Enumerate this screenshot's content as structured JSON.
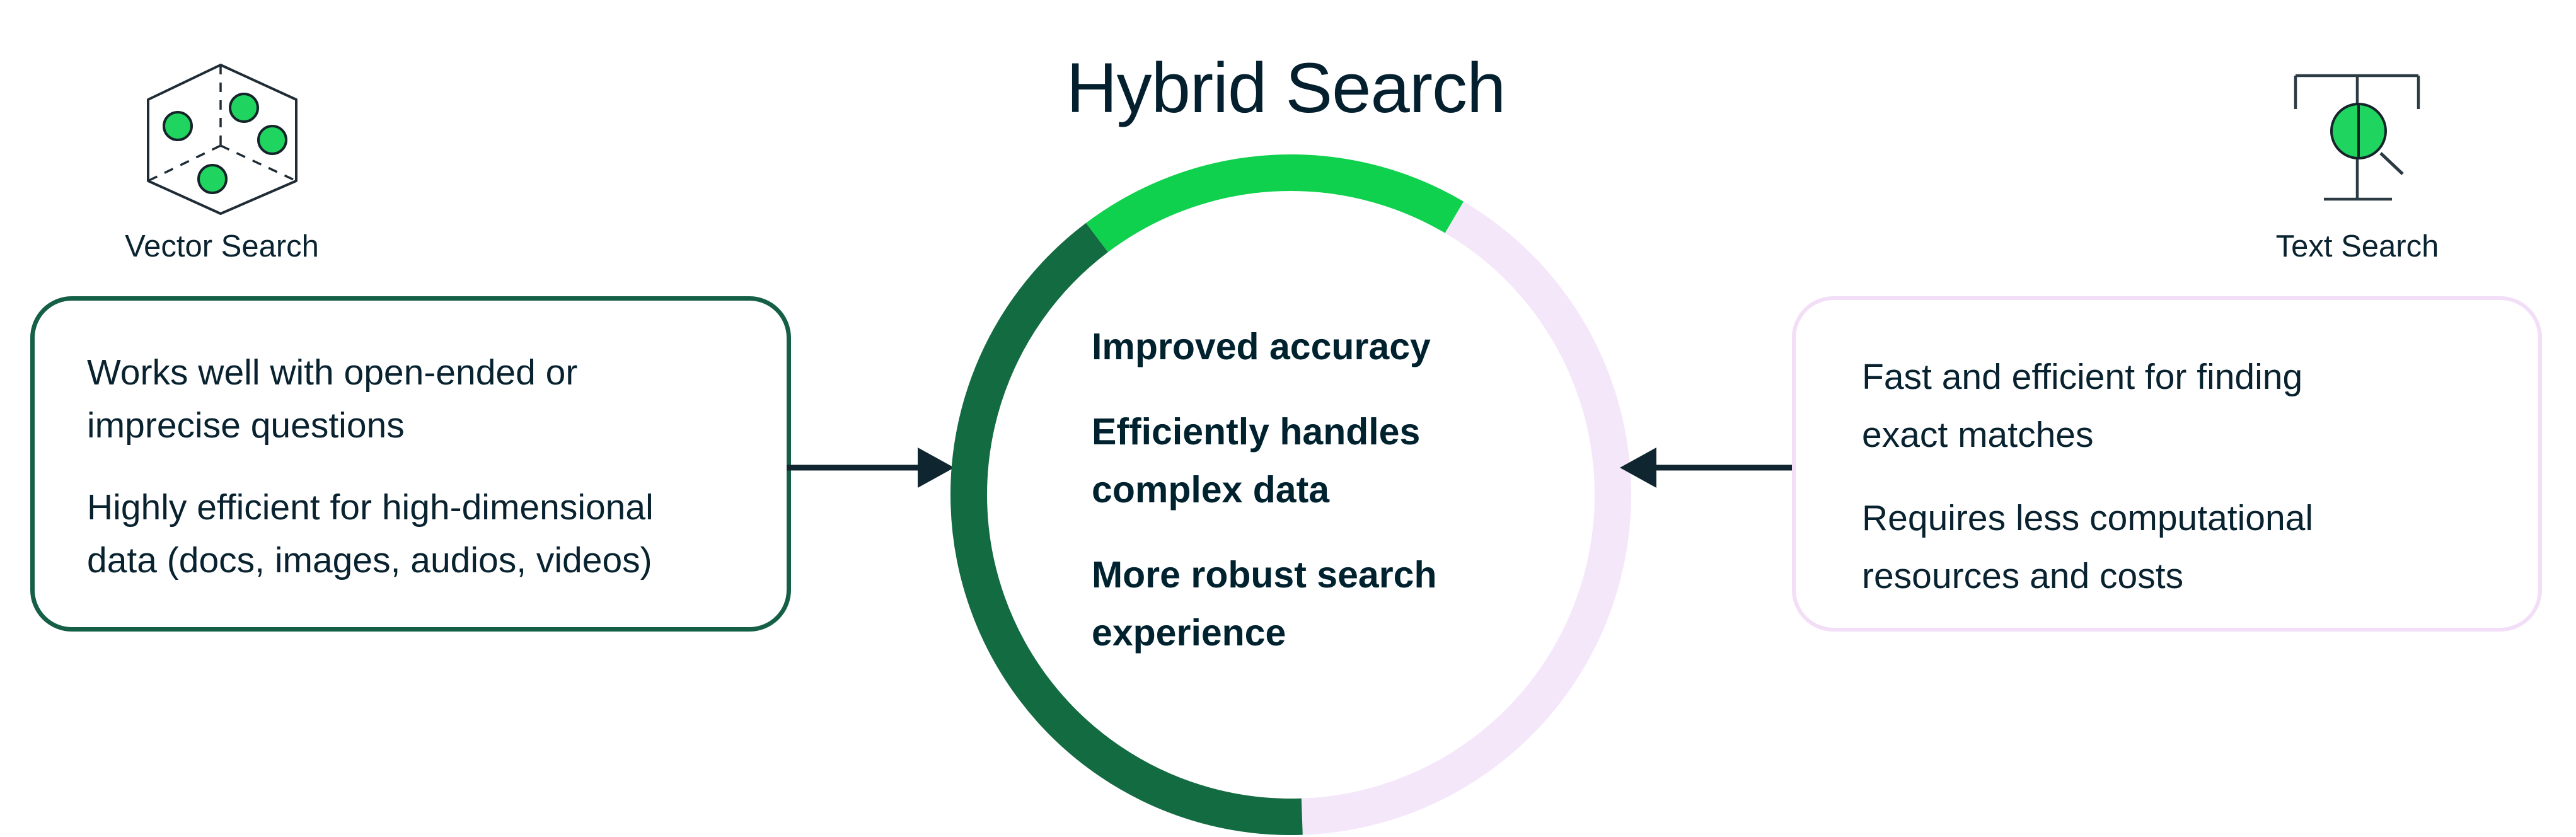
{
  "title": "Hybrid Search",
  "vector_search": {
    "label": "Vector Search",
    "icon": "hexagon-cube-with-green-dots",
    "points": [
      {
        "lines": [
          "Works well with open-ended or",
          "imprecise questions"
        ]
      },
      {
        "lines": [
          "Highly efficient for high-dimensional",
          "data (docs, images, audios, videos)"
        ]
      }
    ]
  },
  "text_search": {
    "label": "Text Search",
    "icon": "letter-t-with-magnifier",
    "points": [
      {
        "lines": [
          "Fast and efficient for finding",
          "exact matches"
        ]
      },
      {
        "lines": [
          "Requires less computational",
          "resources and costs"
        ]
      }
    ]
  },
  "hybrid_benefits": [
    {
      "lines": [
        "Improved accuracy"
      ]
    },
    {
      "lines": [
        "Efficiently handles",
        "complex data"
      ]
    },
    {
      "lines": [
        "More robust search",
        "experience"
      ]
    }
  ],
  "colors": {
    "ink": "#001E2B",
    "ring_bright_green": "#0FD14E",
    "ring_dark_green": "#136B42",
    "ring_lavender": "#F5E7FA",
    "vector_box_border_green": "#145F45",
    "text_box_border_lavender": "#F2DEF7",
    "icon_dot_green": "#1FD45F",
    "arrow_dark_navy": "#0F2530"
  }
}
